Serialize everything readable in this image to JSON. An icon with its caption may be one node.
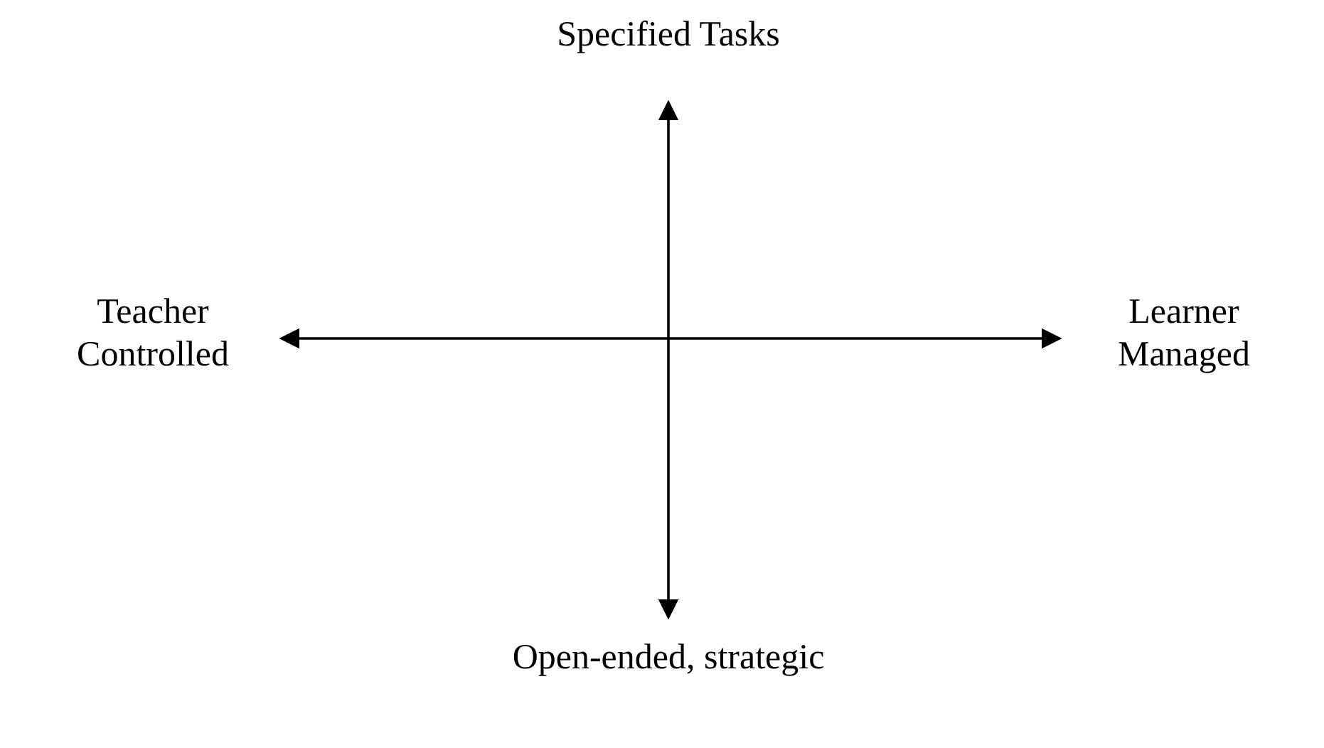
{
  "diagram": {
    "nodes": [
      {
        "text": [
          "Specified Tasks"
        ]
      },
      {
        "text": [
          "Teacher Controlled"
        ]
      },
      {
        "text": [
          "Learner Managed"
        ]
      },
      {
        "text": [
          "Open-ended, strategic"
        ]
      }
    ],
    "edges": [
      {
        "from": 0,
        "to": 3,
        "arrow": "both"
      },
      {
        "from": 1,
        "to": 2,
        "arrow": "both"
      }
    ]
  }
}
